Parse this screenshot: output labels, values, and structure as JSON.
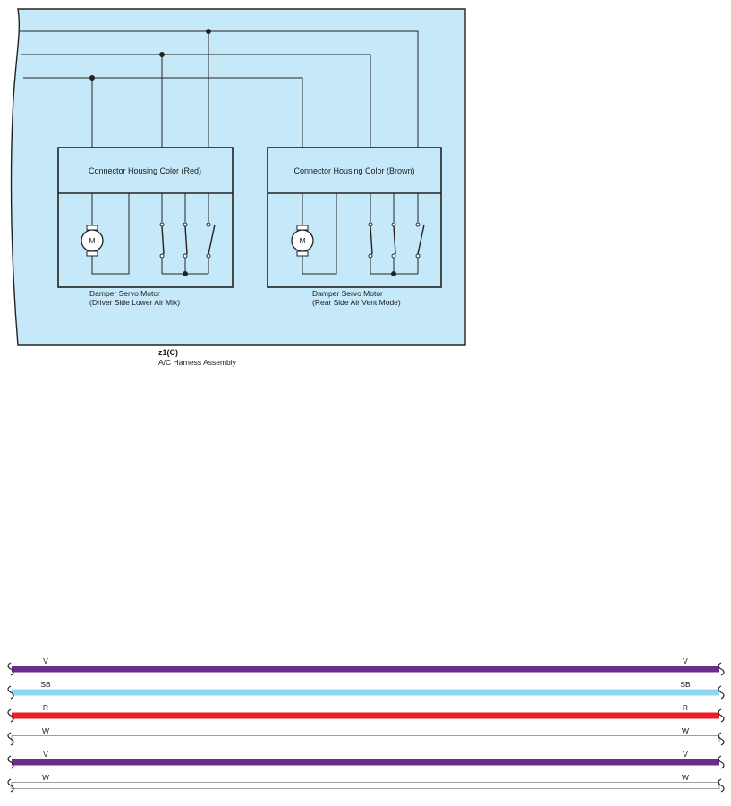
{
  "harness": {
    "id": "z1(C)",
    "name": "A/C Harness Assembly",
    "fill": "#c6e9fa"
  },
  "components": [
    {
      "housing_label": "Connector Housing Color (Red)",
      "name_line1": "Damper Servo Motor",
      "name_line2": "(Driver Side Lower Air Mix)",
      "motor_symbol": "M"
    },
    {
      "housing_label": "Connector Housing Color (Brown)",
      "name_line1": "Damper Servo Motor",
      "name_line2": "(Rear Side Air Vent Mode)",
      "motor_symbol": "M"
    }
  ],
  "wires": [
    {
      "code": "V",
      "color": "#6b2d8b"
    },
    {
      "code": "SB",
      "color": "#8fd8f5"
    },
    {
      "code": "R",
      "color": "#ee1c25"
    },
    {
      "code": "W",
      "color": "#ffffff"
    },
    {
      "code": "V",
      "color": "#6b2d8b"
    },
    {
      "code": "W",
      "color": "#ffffff"
    }
  ],
  "icons": {
    "motor": "motor-symbol-icon",
    "switch": "switch-symbol-icon",
    "break": "wire-break-icon"
  }
}
